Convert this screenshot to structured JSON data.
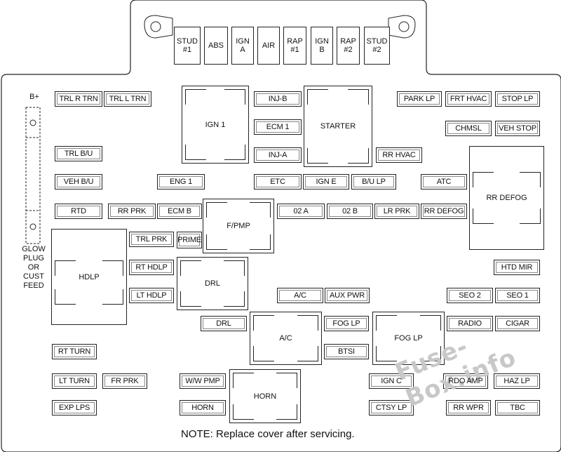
{
  "top_fuses": [
    {
      "id": "stud1",
      "label": "STUD\n#1"
    },
    {
      "id": "abs",
      "label": "ABS"
    },
    {
      "id": "ign-a",
      "label": "IGN\nA"
    },
    {
      "id": "air",
      "label": "AIR"
    },
    {
      "id": "rap1",
      "label": "RAP\n#1"
    },
    {
      "id": "ign-b",
      "label": "IGN\nB"
    },
    {
      "id": "rap2",
      "label": "RAP\n#2"
    },
    {
      "id": "stud2",
      "label": "STUD\n#2"
    }
  ],
  "fuses": {
    "trl_r_trn": "TRL R TRN",
    "trl_l_trn": "TRL L TRN",
    "inj_b": "INJ-B",
    "ecm1": "ECM 1",
    "inj_a": "INJ-A",
    "park_lp": "PARK LP",
    "frt_hvac": "FRT HVAC",
    "stop_lp": "STOP LP",
    "chmsl": "CHMSL",
    "veh_stop": "VEH STOP",
    "trl_bu": "TRL B/U",
    "rr_hvac": "RR HVAC",
    "veh_bu": "VEH B/U",
    "eng1": "ENG 1",
    "etc": "ETC",
    "ign_e": "IGN E",
    "bu_lp": "B/U LP",
    "atc": "ATC",
    "rtd": "RTD",
    "rr_prk": "RR PRK",
    "ecm_b": "ECM B",
    "o2a": "02 A",
    "o2b": "02 B",
    "lr_prk": "LR PRK",
    "rr_defog_fuse": "RR DEFOG",
    "trl_prk": "TRL PRK",
    "prime": "PRIME",
    "rt_hdlp": "RT HDLP",
    "htd_mir": "HTD MIR",
    "lt_hdlp": "LT HDLP",
    "ac_fuse": "A/C",
    "aux_pwr": "AUX PWR",
    "seo2": "SEO 2",
    "seo1": "SEO 1",
    "drl_fuse": "DRL",
    "fog_lp_fuse": "FOG LP",
    "radio": "RADIO",
    "cigar": "CIGAR",
    "rt_turn": "RT TURN",
    "btsi": "BTSI",
    "lt_turn": "LT TURN",
    "fr_prk": "FR PRK",
    "ww_pmp": "W/W PMP",
    "ign_c": "IGN C",
    "rdo_amp": "RDO AMP",
    "haz_lp": "HAZ LP",
    "exp_lps": "EXP LPS",
    "horn_fuse": "HORN",
    "ctsy_lp": "CTSY LP",
    "rr_wpr": "RR WPR",
    "tbc": "TBC"
  },
  "relays": {
    "ign1": "IGN 1",
    "starter": "STARTER",
    "rr_defog": "RR DEFOG",
    "fpmp": "F/PMP",
    "hdlp": "HDLP",
    "drl": "DRL",
    "ac": "A/C",
    "fog_lp": "FOG LP",
    "horn": "HORN"
  },
  "b_plus": "B+",
  "glow_label": "GLOW\nPLUG\nOR\nCUST\nFEED",
  "note": "NOTE: Replace cover after servicing.",
  "watermark": "Fuse-Box.info"
}
